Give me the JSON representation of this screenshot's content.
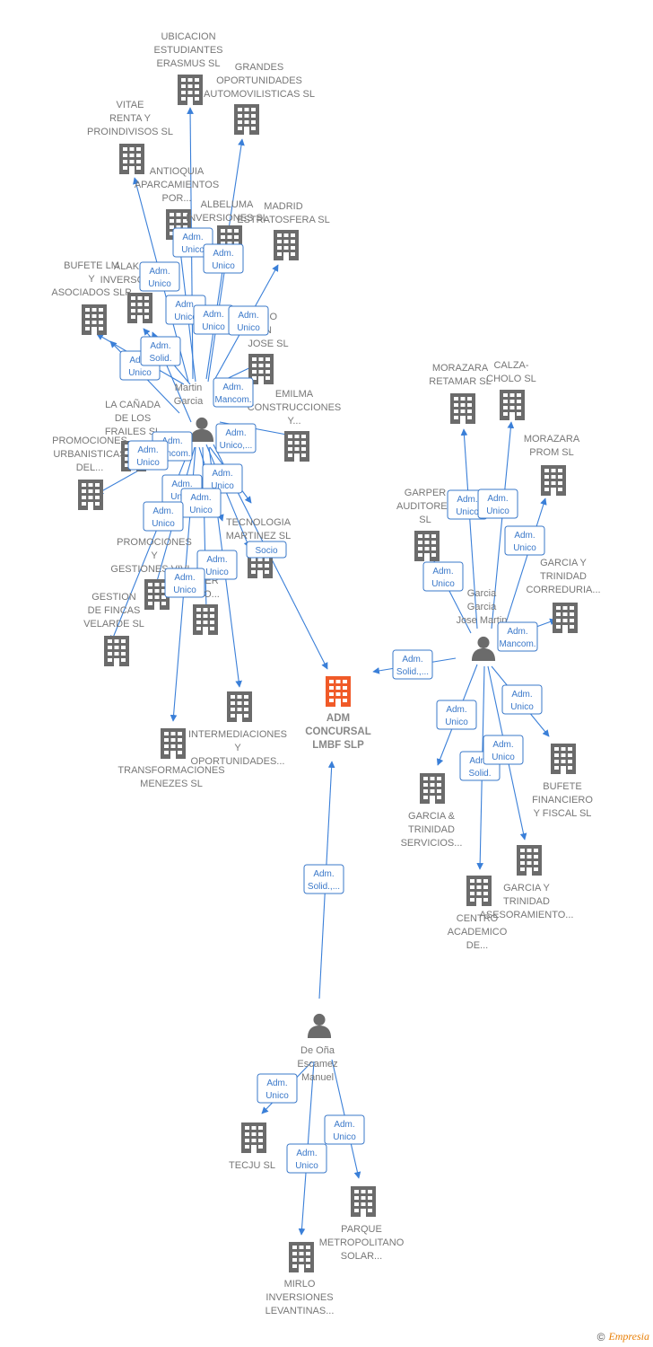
{
  "colors": {
    "edge": "#3a7fd8",
    "building": "#6b6b6b",
    "main_building": "#f05a28",
    "label": "#777777",
    "person": "#6b6b6b"
  },
  "main_company": {
    "lines": [
      "ADM",
      "CONCURSAL",
      "LMBF  SLP"
    ],
    "icon": "building-icon"
  },
  "companies": [
    {
      "id": "ubicacion",
      "lines": [
        "UBICACION",
        "ESTUDIANTES",
        "ERASMUS SL"
      ]
    },
    {
      "id": "grandes",
      "lines": [
        "GRANDES",
        "OPORTUNIDADES",
        "AUTOMOVILISTICAS SL"
      ]
    },
    {
      "id": "vitae",
      "lines": [
        "VITAE",
        "RENTA Y",
        "PROINDIVISOS SL"
      ]
    },
    {
      "id": "antioquia",
      "lines": [
        "ANTIOQUIA",
        "APARCAMIENTOS",
        "POR..."
      ]
    },
    {
      "id": "albeluma",
      "lines": [
        "ALBELUMA",
        "INVERSIONES SL"
      ]
    },
    {
      "id": "madrid",
      "lines": [
        "MADRID",
        "ESTRATOSFERA SL"
      ]
    },
    {
      "id": "bufete_lm",
      "lines": [
        "BUFETE LM",
        "Y",
        "ASOCIADOS SLP"
      ]
    },
    {
      "id": "alak",
      "lines": [
        "ALAK",
        "INVERSO..."
      ]
    },
    {
      "id": "colegio",
      "lines": [
        "GIO",
        "N",
        "JOSE SL"
      ]
    },
    {
      "id": "emilma",
      "lines": [
        "EMILMA",
        "CONSTRUCCIONES",
        "Y..."
      ]
    },
    {
      "id": "canada",
      "lines": [
        "LA CAÑADA",
        "DE LOS",
        "FRAILES  SL"
      ]
    },
    {
      "id": "promociones_urb",
      "lines": [
        "PROMOCIONES",
        "URBANISTICAS",
        "DEL..."
      ]
    },
    {
      "id": "tecnologia",
      "lines": [
        "TECNOLOGIA",
        "MARTINEZ SL"
      ]
    },
    {
      "id": "promociones_gest",
      "lines": [
        "PROMOCIONES",
        "Y",
        "GESTIONES VIVI..."
      ]
    },
    {
      "id": "gestion_fincas",
      "lines": [
        "GESTION",
        "DE FINCAS",
        "VELARDE SL"
      ]
    },
    {
      "id": "uer",
      "lines": [
        "ER",
        "O..."
      ]
    },
    {
      "id": "intermediaciones",
      "lines": [
        "INTERMEDIACIONES",
        "Y",
        "OPORTUNIDADES..."
      ]
    },
    {
      "id": "transformaciones",
      "lines": [
        "TRANSFORMACIONES",
        "MENEZES SL"
      ]
    },
    {
      "id": "morazara_retamar",
      "lines": [
        "MORAZARA",
        "RETAMAR  SL"
      ]
    },
    {
      "id": "calza",
      "lines": [
        "CALZA-",
        "CHOLO  SL"
      ]
    },
    {
      "id": "morazara_prom",
      "lines": [
        "MORAZARA",
        "PROM SL"
      ]
    },
    {
      "id": "garper",
      "lines": [
        "GARPER",
        "AUDITORES",
        "SL"
      ]
    },
    {
      "id": "garcia_trinidad_corr",
      "lines": [
        "GARCIA Y",
        "TRINIDAD",
        "CORREDURIA..."
      ]
    },
    {
      "id": "bufete_financiero",
      "lines": [
        "BUFETE",
        "FINANCIERO",
        "Y FISCAL SL"
      ]
    },
    {
      "id": "garcia_trinidad_serv",
      "lines": [
        "GARCIA &",
        "TRINIDAD",
        "SERVICIOS..."
      ]
    },
    {
      "id": "garcia_trinidad_ases",
      "lines": [
        "GARCIA Y",
        "TRINIDAD",
        "ASESORAMIENTO..."
      ]
    },
    {
      "id": "centro",
      "lines": [
        "CENTRO",
        "ACADEMICO",
        "DE..."
      ]
    },
    {
      "id": "tecju",
      "lines": [
        "TECJU  SL"
      ]
    },
    {
      "id": "parque",
      "lines": [
        "PARQUE",
        "METROPOLITANO",
        "SOLAR..."
      ]
    },
    {
      "id": "mirlo",
      "lines": [
        "MIRLO",
        "INVERSIONES",
        "LEVANTINAS..."
      ]
    }
  ],
  "persons": [
    {
      "id": "martinez",
      "lines": [
        "Martin",
        "Garcia"
      ]
    },
    {
      "id": "garcia_jose",
      "lines": [
        "Garcia",
        "Garcia",
        "Jose Martin"
      ]
    },
    {
      "id": "de_ona",
      "lines": [
        "De Oña",
        "Escamez",
        "Manuel"
      ]
    }
  ],
  "relations": [
    {
      "id": "r1",
      "lines": [
        "Adm.",
        "Unico"
      ]
    },
    {
      "id": "r2",
      "lines": [
        "Adm.",
        "Unico"
      ]
    },
    {
      "id": "r3",
      "lines": [
        "Adm.",
        "Unico"
      ]
    },
    {
      "id": "r4",
      "lines": [
        "Adm.",
        "Unico"
      ]
    },
    {
      "id": "r5",
      "lines": [
        "Adm.",
        "Unico"
      ]
    },
    {
      "id": "r6",
      "lines": [
        "Adm.",
        "Unico"
      ]
    },
    {
      "id": "r7",
      "lines": [
        "Adm.",
        "Unico"
      ]
    },
    {
      "id": "r8",
      "lines": [
        "Adm.",
        "Solid."
      ]
    },
    {
      "id": "r9",
      "lines": [
        "Adm.",
        "Unico"
      ]
    },
    {
      "id": "r10",
      "lines": [
        "Adm.",
        "Mancom."
      ]
    },
    {
      "id": "r11",
      "lines": [
        "Adm.",
        "Unico,..."
      ]
    },
    {
      "id": "r12",
      "lines": [
        "Adm.",
        "Mancom."
      ]
    },
    {
      "id": "r13",
      "lines": [
        "Adm.",
        "Unico"
      ]
    },
    {
      "id": "r14",
      "lines": [
        "Adm.",
        "Unico"
      ]
    },
    {
      "id": "r15",
      "lines": [
        "Adm.",
        "Unico"
      ]
    },
    {
      "id": "r16",
      "lines": [
        "Adm.",
        "Unico"
      ]
    },
    {
      "id": "r17",
      "lines": [
        "Adm.",
        "Unico"
      ]
    },
    {
      "id": "r18",
      "lines": [
        "Socio"
      ]
    },
    {
      "id": "r19",
      "lines": [
        "Adm.",
        "Unico"
      ]
    },
    {
      "id": "r20",
      "lines": [
        "Adm.",
        "Unico"
      ]
    },
    {
      "id": "r21",
      "lines": [
        "Adm.",
        "Unico"
      ]
    },
    {
      "id": "r22",
      "lines": [
        "Adm.",
        "Unico"
      ]
    },
    {
      "id": "r23",
      "lines": [
        "Adm.",
        "Unico"
      ]
    },
    {
      "id": "r24",
      "lines": [
        "Adm.",
        "Unico"
      ]
    },
    {
      "id": "r25",
      "lines": [
        "Adm.",
        "Mancom."
      ]
    },
    {
      "id": "r26",
      "lines": [
        "Adm.",
        "Solid.,..."
      ]
    },
    {
      "id": "r27",
      "lines": [
        "Adm.",
        "Unico"
      ]
    },
    {
      "id": "r28",
      "lines": [
        "Adm.",
        "Unico"
      ]
    },
    {
      "id": "r29",
      "lines": [
        "Adm.",
        "Solid."
      ]
    },
    {
      "id": "r30",
      "lines": [
        "Adm.",
        "Unico"
      ]
    },
    {
      "id": "r31",
      "lines": [
        "Adm.",
        "Solid.,..."
      ]
    },
    {
      "id": "r32",
      "lines": [
        "Adm.",
        "Unico"
      ]
    },
    {
      "id": "r33",
      "lines": [
        "Adm.",
        "Unico"
      ]
    },
    {
      "id": "r34",
      "lines": [
        "Adm.",
        "Unico"
      ]
    }
  ],
  "footer": {
    "copyright": "©",
    "brand": "Empresia"
  }
}
